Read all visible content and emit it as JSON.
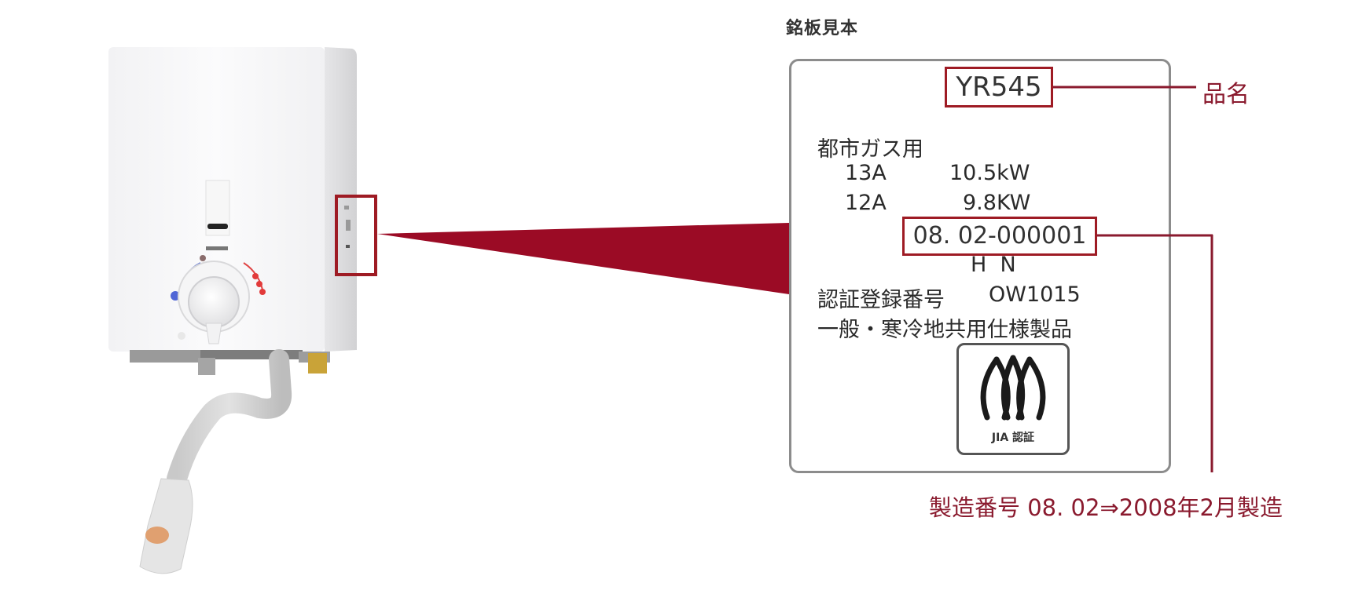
{
  "colors": {
    "accent": "#9e1b24",
    "label_text": "#8a1a2e",
    "beam": "#9b0b25",
    "plate_border": "#8c8c8c"
  },
  "product": {
    "description": "wall-mounted gas instant water heater with flexible spout"
  },
  "nameplate": {
    "title": "銘板見本",
    "model": "YR545",
    "gas_type": "都市ガス用",
    "rows": [
      {
        "gas": "13A",
        "power": "10.5kW"
      },
      {
        "gas": "12A",
        "power": "9.8KW"
      }
    ],
    "serial": "08. 02-000001",
    "hn": "H  N",
    "cert_label": "認証登録番号",
    "cert_number": "OW1015",
    "spec": "一般・寒冷地共用仕様製品",
    "jia_mark_label": "JIA 認証"
  },
  "callouts": {
    "model_label": "品名",
    "serial_label": "製造番号 08. 02⇒2008年2月製造"
  }
}
